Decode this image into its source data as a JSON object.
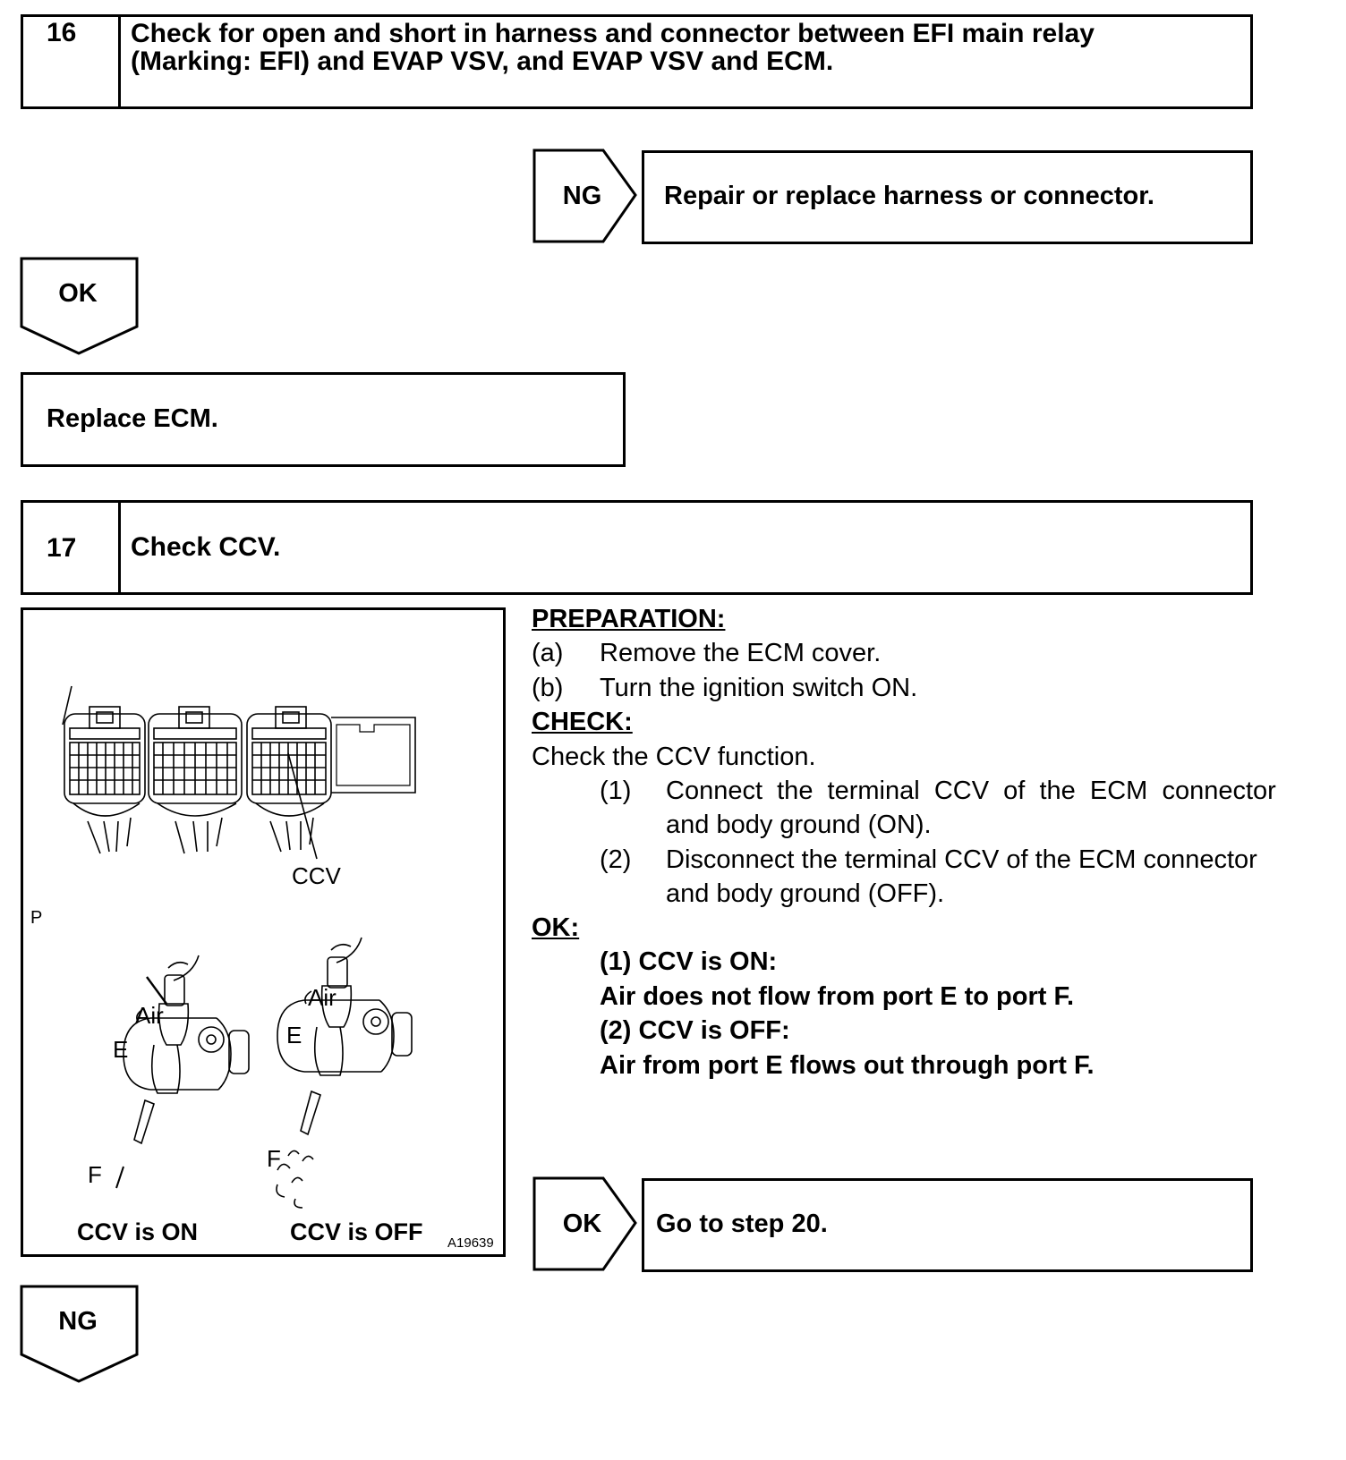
{
  "step16": {
    "number": "16",
    "title_line1": "Check for open and short in harness and connector between EFI main relay",
    "title_line2": "(Marking: EFI) and EVAP VSV, and EVAP VSV and ECM."
  },
  "step16_ng": {
    "flag": "NG",
    "result": "Repair or replace harness or connector."
  },
  "step16_ok": {
    "flag": "OK",
    "result": "Replace ECM."
  },
  "step17": {
    "number": "17",
    "title": "Check CCV."
  },
  "figure": {
    "label_ccv": "CCV",
    "label_p": "P",
    "label_air": "Air",
    "label_e": "E",
    "label_f": "F",
    "caption_on": "CCV is ON",
    "caption_off": "CCV is OFF",
    "figure_id": "A19639"
  },
  "instructions": {
    "preparation_heading": "PREPARATION:",
    "prep_a_marker": "(a)",
    "prep_a_text": "Remove the ECM cover.",
    "prep_b_marker": "(b)",
    "prep_b_text": "Turn the ignition switch ON.",
    "check_heading": "CHECK:",
    "check_intro": "Check the CCV function.",
    "check_1_marker": "(1)",
    "check_1_line1": "Connect  the  terminal  CCV  of  the  ECM  connector",
    "check_1_line2": "and body ground (ON).",
    "check_2_marker": "(2)",
    "check_2_line1": "Disconnect the terminal CCV of the ECM connector",
    "check_2_line2": "and body ground (OFF).",
    "ok_heading": "OK:",
    "ok_1_title": "(1) CCV is ON:",
    "ok_1_text": "Air does not flow from port E to port F.",
    "ok_2_title": "(2) CCV is OFF:",
    "ok_2_text": "Air from port E flows out through port F."
  },
  "step17_ok": {
    "flag": "OK",
    "result": "Go to step 20."
  },
  "step17_ng": {
    "flag": "NG"
  }
}
